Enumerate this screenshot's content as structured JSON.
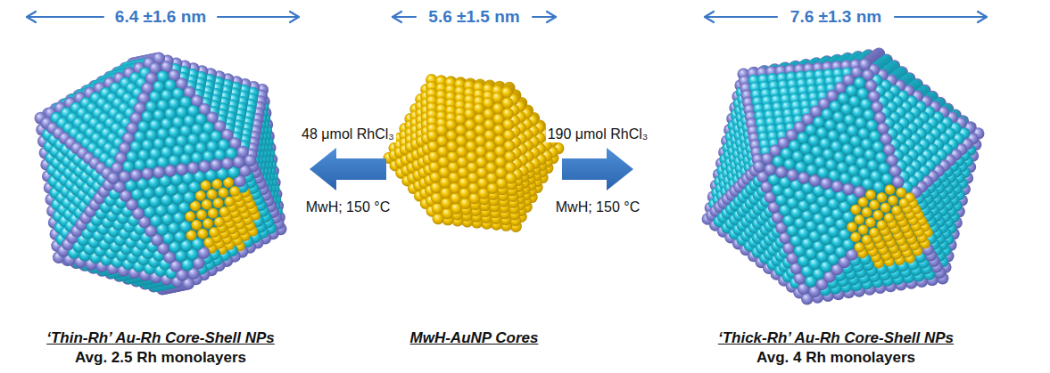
{
  "diagram": {
    "nodes": [
      {
        "text": [
          "6.4 ±1.6 nm",
          "‘Thin-Rh’ Au-Rh Core-Shell NPs",
          "Avg. 2.5 Rh monolayers"
        ]
      },
      {
        "text": [
          "5.6 ±1.5 nm",
          "MwH-AuNP Cores"
        ]
      },
      {
        "text": [
          "7.6 ±1.3 nm",
          "‘Thick-Rh’ Au-Rh Core-Shell NPs",
          "Avg. 4 Rh monolayers"
        ]
      }
    ],
    "edges": [
      {
        "from": 1,
        "to": 0,
        "arrow": "to",
        "label": "48 μmol RhCl₃"
      },
      {
        "from": 1,
        "to": 2,
        "arrow": "to",
        "label": "190 μmol RhCl₃"
      }
    ],
    "labels": [
      "MwH; 150 °C",
      "MwH; 150 °C"
    ]
  }
}
